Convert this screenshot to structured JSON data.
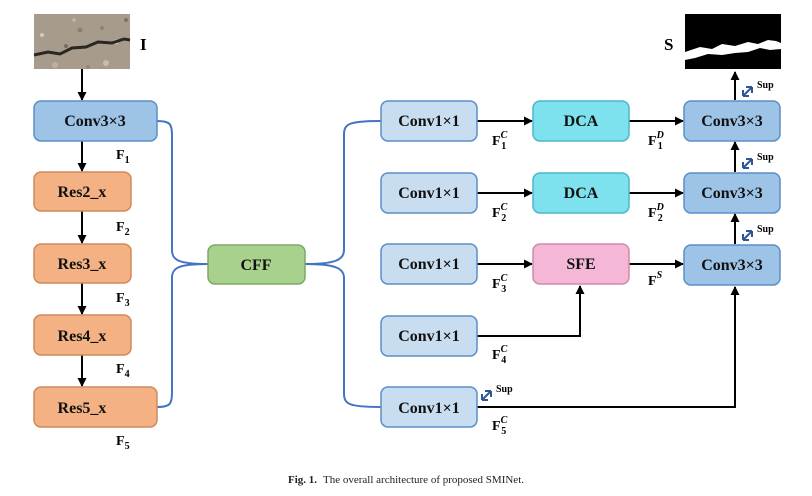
{
  "colors": {
    "blue_box": "#9dc3e6",
    "blue_box_light": "#c9ddf1",
    "orange_box": "#f4b183",
    "green_box": "#a9d18e",
    "cyan_box": "#7ee1ee",
    "pink_box": "#f4b8d6",
    "connector": "#4472c4",
    "arrow": "#000000"
  },
  "input_label": "I",
  "output_label": "S",
  "backbone": [
    {
      "label": "Conv3×3",
      "feature": "F",
      "sub": "1"
    },
    {
      "label": "Res2_x",
      "feature": "F",
      "sub": "2"
    },
    {
      "label": "Res3_x",
      "feature": "F",
      "sub": "3"
    },
    {
      "label": "Res4_x",
      "feature": "F",
      "sub": "4"
    },
    {
      "label": "Res5_x",
      "feature": "F",
      "sub": "5"
    }
  ],
  "fusion": {
    "label": "CFF"
  },
  "branch_convs": [
    {
      "label": "Conv1×1",
      "feature": "F",
      "sup": "C",
      "sub": "1"
    },
    {
      "label": "Conv1×1",
      "feature": "F",
      "sup": "C",
      "sub": "2"
    },
    {
      "label": "Conv1×1",
      "feature": "F",
      "sup": "C",
      "sub": "3"
    },
    {
      "label": "Conv1×1",
      "feature": "F",
      "sup": "C",
      "sub": "4"
    },
    {
      "label": "Conv1×1",
      "feature": "F",
      "sup": "C",
      "sub": "5"
    }
  ],
  "modules": [
    {
      "label": "DCA",
      "feature": "F",
      "sup": "D",
      "sub": "1"
    },
    {
      "label": "DCA",
      "feature": "F",
      "sup": "D",
      "sub": "2"
    },
    {
      "label": "SFE",
      "feature": "F",
      "sup": "S",
      "sub": ""
    }
  ],
  "decoder": [
    {
      "label": "Conv3×3"
    },
    {
      "label": "Conv3×3"
    },
    {
      "label": "Conv3×3"
    }
  ],
  "sup_label": "Sup",
  "caption": {
    "prefix": "Fig. 1.",
    "text": "The overall architecture of proposed SMINet."
  }
}
